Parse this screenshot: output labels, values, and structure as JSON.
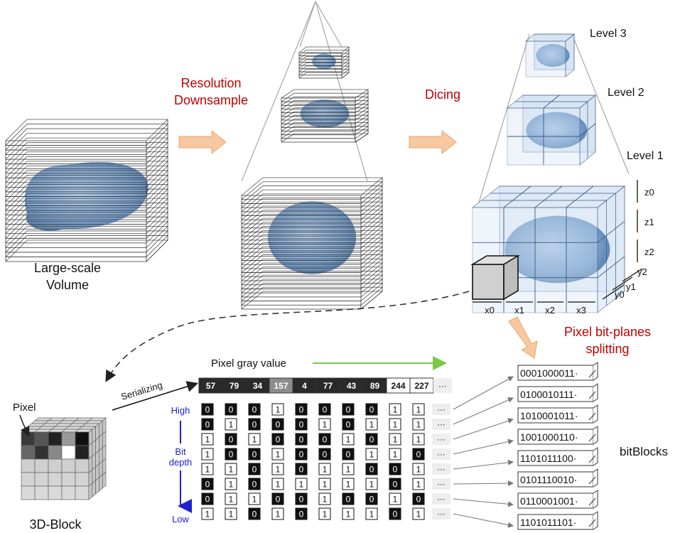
{
  "labels": {
    "large_volume_1": "Large-scale",
    "large_volume_2": "Volume",
    "resolution_1": "Resolution",
    "resolution_2": "Downsample",
    "dicing": "Dicing",
    "level3": "Level 3",
    "level2": "Level 2",
    "level1": "Level 1",
    "z0": "z0",
    "z1": "z1",
    "z2": "z2",
    "y0": "y0",
    "y1": "y1",
    "y2": "y2",
    "x0": "x0",
    "x1": "x1",
    "x2": "x2",
    "x3": "x3",
    "pixel_bitplanes_1": "Pixel bit-planes",
    "pixel_bitplanes_2": "splitting",
    "pixel_gray_value": "Pixel gray value",
    "serializing": "Serializing",
    "pixel": "Pixel",
    "block3d": "3D-Block",
    "high": "High",
    "bit": "Bit",
    "depth": "depth",
    "low": "Low",
    "bitblocks": "bitBlocks",
    "ellipsis": "···"
  },
  "gray_values": [
    57,
    79,
    34,
    157,
    4,
    77,
    43,
    89,
    244,
    227
  ],
  "bit_grid": [
    [
      "0",
      "0",
      "0",
      "1",
      "0",
      "0",
      "0",
      "0",
      "1",
      "1"
    ],
    [
      "0",
      "1",
      "0",
      "0",
      "0",
      "1",
      "0",
      "1",
      "1",
      "1"
    ],
    [
      "1",
      "0",
      "1",
      "0",
      "0",
      "0",
      "1",
      "0",
      "1",
      "1"
    ],
    [
      "1",
      "0",
      "0",
      "1",
      "0",
      "0",
      "0",
      "1",
      "1",
      "0"
    ],
    [
      "1",
      "1",
      "0",
      "1",
      "0",
      "1",
      "1",
      "0",
      "0",
      "1"
    ],
    [
      "0",
      "1",
      "0",
      "1",
      "1",
      "1",
      "1",
      "1",
      "0",
      "1"
    ],
    [
      "0",
      "1",
      "1",
      "0",
      "0",
      "1",
      "0",
      "0",
      "1",
      "0"
    ],
    [
      "1",
      "1",
      "0",
      "1",
      "0",
      "1",
      "1",
      "1",
      "0",
      "1"
    ]
  ],
  "bitblocks": [
    "0001000011",
    "0100010111",
    "1010001011",
    "1001000110",
    "1101011100",
    "0101110010",
    "0110001001",
    "1101011101"
  ],
  "bitblock_suffix": "·",
  "colors": {
    "accent_red": "#c00000",
    "arrow_orange": "#f8c9a0",
    "volume_blue": "#6f99c8",
    "grid_blue": "#3a5a86",
    "green_arrow": "#7ac943",
    "blue_arrow": "#2020d0"
  }
}
